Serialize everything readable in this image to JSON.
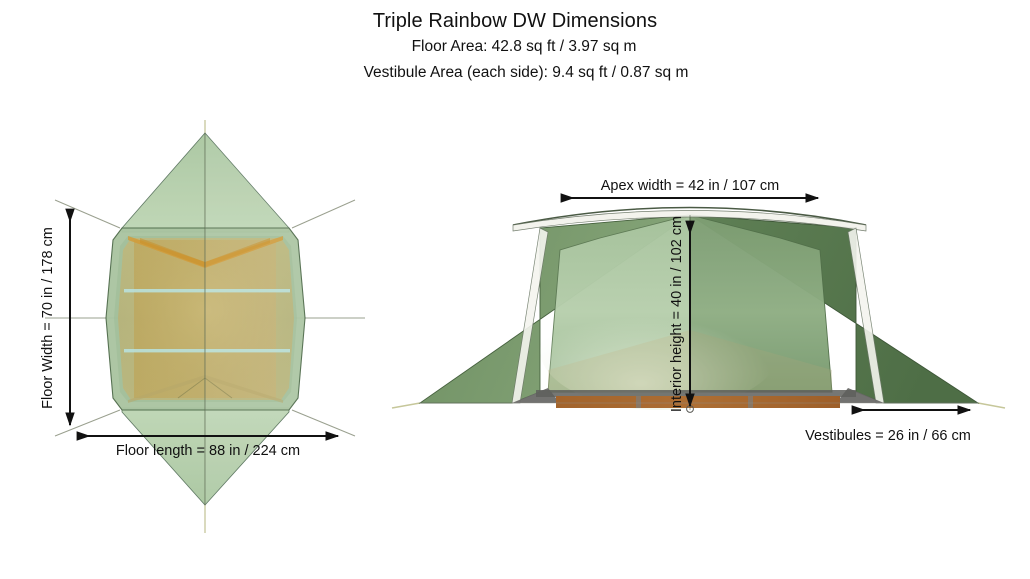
{
  "header": {
    "title": "Triple Rainbow DW Dimensions",
    "floor_area": "Floor Area: 42.8 sq ft / 3.97 sq m",
    "vestibule_area": "Vestibule Area (each side): 9.4 sq ft / 0.87 sq m"
  },
  "views": {
    "top": {
      "name": "top-view",
      "labels": {
        "floor_width": "Floor Width = 70 in / 178 cm",
        "floor_length": "Floor length = 88 in / 224 cm"
      }
    },
    "end": {
      "name": "end-view",
      "labels": {
        "apex_width": "Apex width = 42 in / 107 cm",
        "interior_height": "Interior height = 40 in / 102 cm",
        "vestibules": "Vestibules = 26 in / 66 cm"
      }
    }
  },
  "measurements": [
    {
      "key": "floor_width",
      "label": "Floor Width = 70 in / 178 cm",
      "value_in": 70,
      "value_cm": 178
    },
    {
      "key": "floor_length",
      "label": "Floor length = 88 in / 224 cm",
      "value_in": 88,
      "value_cm": 224
    },
    {
      "key": "apex_width",
      "label": "Apex width = 42 in / 107 cm",
      "value_in": 42,
      "value_cm": 107
    },
    {
      "key": "interior_height",
      "label": "Interior height = 40 in / 102 cm",
      "value_in": 40,
      "value_cm": 102
    },
    {
      "key": "vestibules",
      "label": "Vestibules = 26 in / 66 cm",
      "value_in": 26,
      "value_cm": 66
    }
  ],
  "areas": {
    "floor_sq_ft": 42.8,
    "floor_sq_m": 3.97,
    "vestibule_each_sq_ft": 9.4,
    "vestibule_each_sq_m": 0.87
  },
  "colors": {
    "background": "#ffffff",
    "text": "#111111",
    "fly_light_green": "#a9c4a0",
    "fly_mid_green": "#8fb086",
    "fly_dark_green": "#5f8055",
    "fly_deep_green": "#4f6f49",
    "floor_tan": "#c9a05a",
    "interior_olive": "#b5b077",
    "floor_rust": "#a9682f",
    "pole_cyan": "#b9e3e0",
    "guyline": "#c6c79a",
    "outline": "#3c4a38",
    "gray_panel": "#6a6a68"
  }
}
